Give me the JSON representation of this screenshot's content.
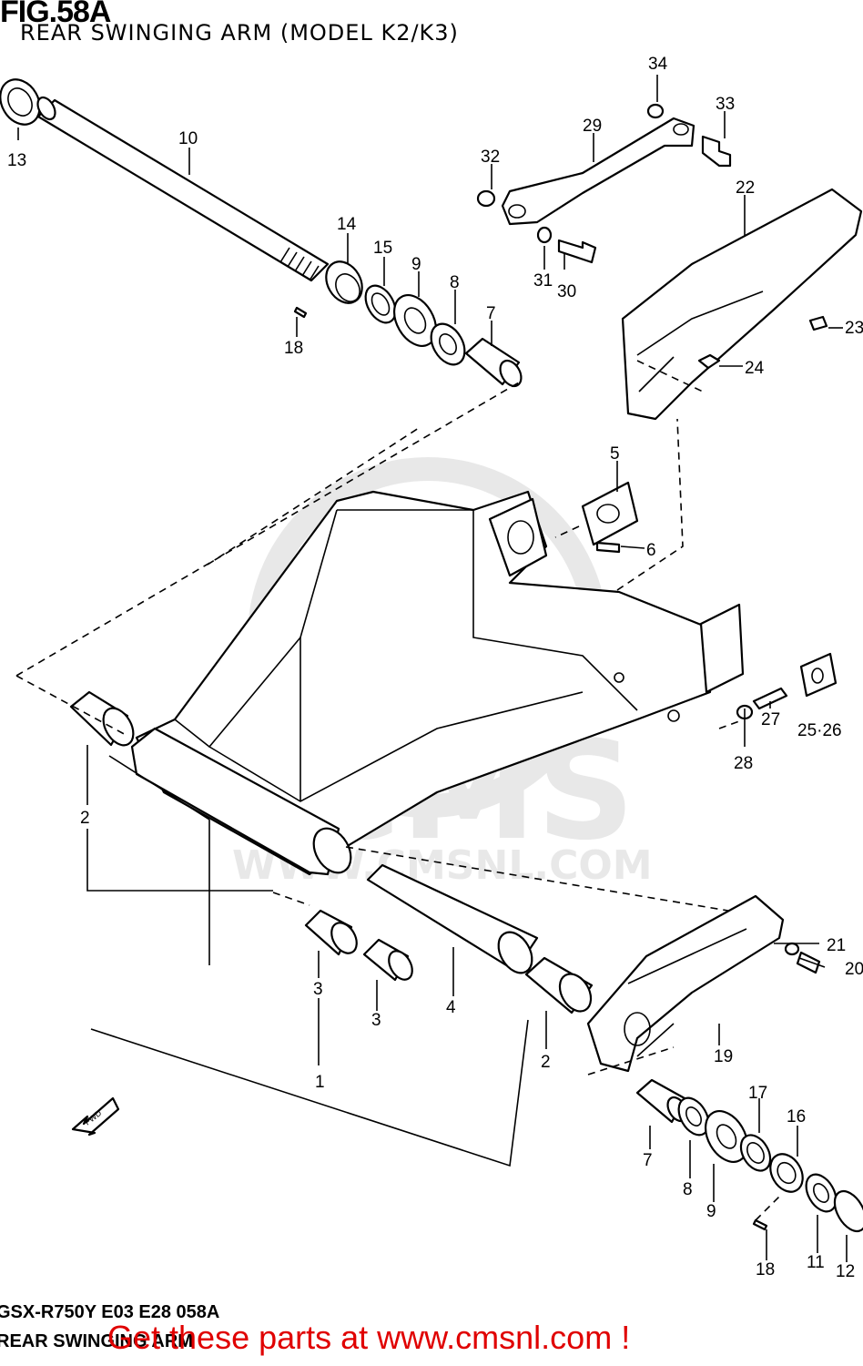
{
  "header": {
    "figure": "FIG.58A",
    "subtitle": "REAR SWINGING ARM (MODEL K2/K3)"
  },
  "watermark": {
    "logo_text": "CMS",
    "url_text": "WWW.CMSNL.COM"
  },
  "footer": {
    "model_code": "GSX-R750Y E03 E28 058A",
    "section_name": "REAR SWINGING ARM",
    "promo": "Get these parts at www.cmsnl.com !",
    "promo_color": "#e00000"
  },
  "direction_tag": "FWD",
  "callouts": [
    "34",
    "33",
    "29",
    "32",
    "22",
    "31",
    "30",
    "23",
    "24",
    "10",
    "13",
    "14",
    "15",
    "9",
    "8",
    "7",
    "18",
    "5",
    "6",
    "2",
    "25·26",
    "27",
    "28",
    "21",
    "20",
    "3",
    "4",
    "19",
    "1",
    "17",
    "16",
    "12",
    "11"
  ],
  "callout_lower_left": {
    "l2a": "2",
    "l3a": "3",
    "l3b": "3",
    "l1": "1",
    "l2b": "2",
    "l7b": "7",
    "l8b": "8",
    "l9b": "9",
    "l18b": "18"
  }
}
